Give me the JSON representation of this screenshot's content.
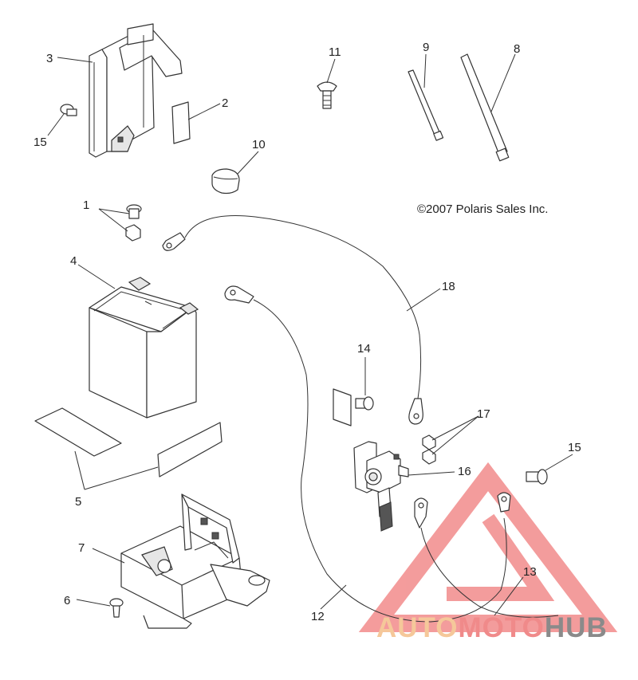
{
  "copyright": "©2007 Polaris Sales Inc.",
  "watermark": {
    "part1": "AUTO",
    "part2": "MOTO",
    "part3": "HUB",
    "colors": {
      "auto": "#f5c89a",
      "moto": "#f08a8a",
      "hub": "#8a8a8a",
      "triangle": "#f28b8b"
    }
  },
  "callouts": {
    "c1": "1",
    "c2": "2",
    "c3": "3",
    "c4": "4",
    "c5": "5",
    "c6": "6",
    "c7": "7",
    "c8": "8",
    "c9": "9",
    "c10": "10",
    "c11": "11",
    "c12": "12",
    "c13": "13",
    "c14": "14",
    "c15a": "15",
    "c15b": "15",
    "c16": "16",
    "c17": "17",
    "c18": "18"
  }
}
